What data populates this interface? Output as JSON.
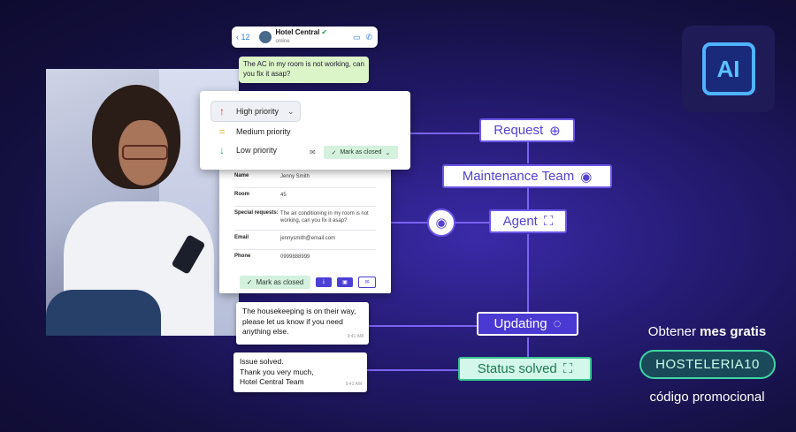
{
  "chat": {
    "back_count": "12",
    "contact_name": "Hotel Central",
    "contact_status": "online",
    "guest_message": "The AC in my room is not working, can you fix it asap?",
    "reply_1": "The housekeeping is on their way, please let us know if you need anything else.",
    "reply_1_time": "9:41 AM",
    "reply_2_lines": [
      "Issue solved.",
      "Thank you very much,",
      "Hotel Central Team"
    ],
    "reply_2_time": "9:41 AM"
  },
  "priority": {
    "high": "High priority",
    "medium": "Medium priority",
    "low": "Low priority",
    "mark_closed": "Mark as closed"
  },
  "form": {
    "rows": [
      {
        "key": "Name",
        "value": "Jenny Smith"
      },
      {
        "key": "Room",
        "value": "45"
      },
      {
        "key": "Special requests:",
        "value": "The air conditioning in my room is not working, can you fix it asap?"
      },
      {
        "key": "Email",
        "value": "jennysmith@email.com"
      },
      {
        "key": "Phone",
        "value": "0999888999"
      }
    ],
    "mark_closed": "Mark as closed"
  },
  "flow": {
    "request": "Request",
    "maintenance": "Maintenance Team",
    "agent": "Agent",
    "updating": "Updating",
    "solved": "Status solved"
  },
  "logo": {
    "text": "AI"
  },
  "promo": {
    "line1_prefix": "Obtener",
    "line1_bold": "mes gratis",
    "code": "HOSTELERIA10",
    "line2": "código promocional"
  },
  "colors": {
    "accent": "#4b39d3",
    "green": "#36c48e",
    "background": "#231a6e"
  }
}
